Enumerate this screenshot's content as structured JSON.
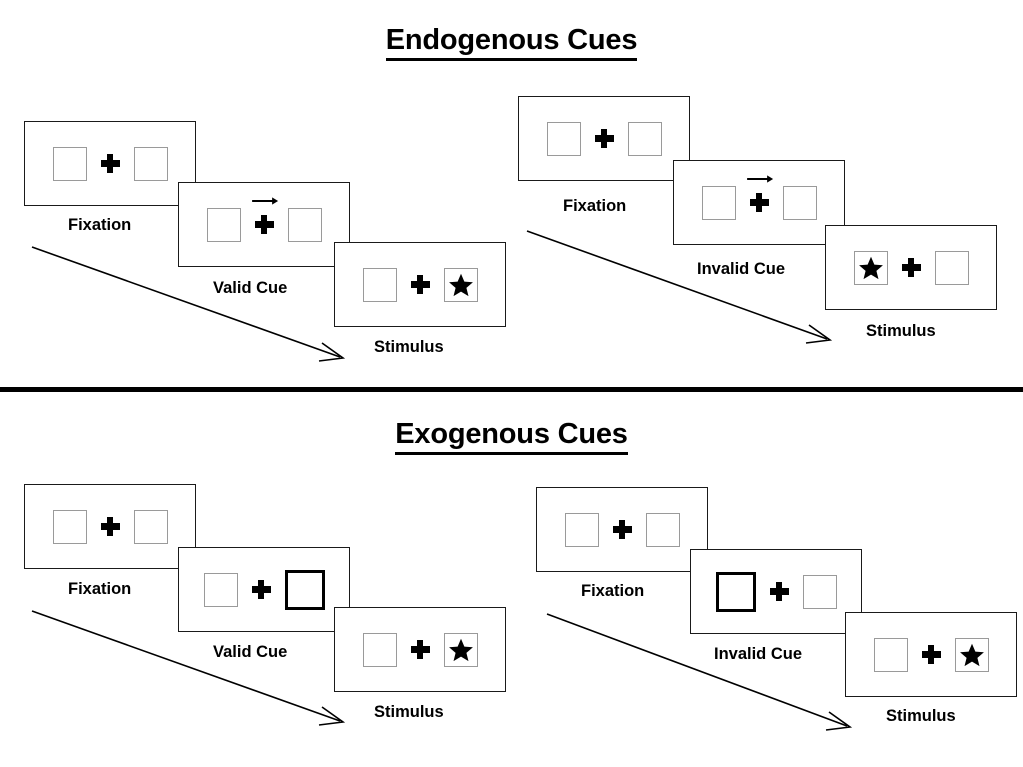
{
  "figure": {
    "type": "posner-cueing-paradigm-diagram",
    "sections": [
      {
        "id": "endogenous",
        "title": "Endogenous Cues",
        "sequences": [
          {
            "id": "endogenous-valid",
            "panels": [
              {
                "caption": "Fixation",
                "kind": "fixation",
                "left_box": "empty",
                "right_box": "empty",
                "arrow_cue": "none"
              },
              {
                "caption": "Valid Cue",
                "kind": "cue",
                "left_box": "empty",
                "right_box": "empty",
                "arrow_cue": "right"
              },
              {
                "caption": "Stimulus",
                "kind": "stimulus",
                "left_box": "empty",
                "right_box": "star",
                "arrow_cue": "none"
              }
            ],
            "flow_arrow_label": "sequence-direction-arrow"
          },
          {
            "id": "endogenous-invalid",
            "panels": [
              {
                "caption": "Fixation",
                "kind": "fixation",
                "left_box": "empty",
                "right_box": "empty",
                "arrow_cue": "none"
              },
              {
                "caption": "Invalid Cue",
                "kind": "cue",
                "left_box": "empty",
                "right_box": "empty",
                "arrow_cue": "right"
              },
              {
                "caption": "Stimulus",
                "kind": "stimulus",
                "left_box": "star",
                "right_box": "empty",
                "arrow_cue": "none"
              }
            ],
            "flow_arrow_label": "sequence-direction-arrow"
          }
        ]
      },
      {
        "id": "exogenous",
        "title": "Exogenous Cues",
        "sequences": [
          {
            "id": "exogenous-valid",
            "panels": [
              {
                "caption": "Fixation",
                "kind": "fixation",
                "left_box": "empty",
                "right_box": "empty",
                "arrow_cue": "none"
              },
              {
                "caption": "Valid Cue",
                "kind": "cue",
                "left_box": "empty",
                "right_box": "cued",
                "arrow_cue": "none"
              },
              {
                "caption": "Stimulus",
                "kind": "stimulus",
                "left_box": "empty",
                "right_box": "star",
                "arrow_cue": "none"
              }
            ],
            "flow_arrow_label": "sequence-direction-arrow"
          },
          {
            "id": "exogenous-invalid",
            "panels": [
              {
                "caption": "Fixation",
                "kind": "fixation",
                "left_box": "empty",
                "right_box": "empty",
                "arrow_cue": "none"
              },
              {
                "caption": "Invalid Cue",
                "kind": "cue",
                "left_box": "cued",
                "right_box": "empty",
                "arrow_cue": "none"
              },
              {
                "caption": "Stimulus",
                "kind": "stimulus",
                "left_box": "empty",
                "right_box": "star",
                "arrow_cue": "none"
              }
            ],
            "flow_arrow_label": "sequence-direction-arrow"
          }
        ]
      }
    ],
    "colors": {
      "background": "#ffffff",
      "ink": "#000000",
      "panel_border": "#1a1a1a",
      "box_border": "#9a9a9a",
      "cued_box_border": "#000000"
    }
  }
}
